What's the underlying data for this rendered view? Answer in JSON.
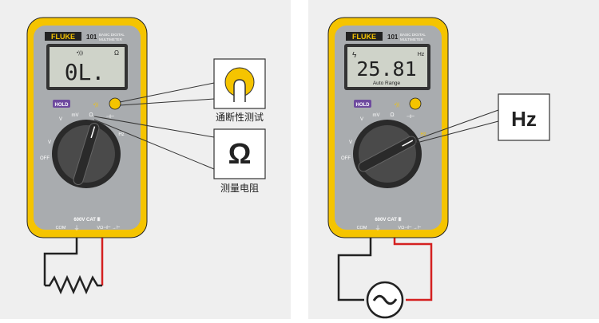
{
  "colors": {
    "panel_bg": "#efefef",
    "case_yellow": "#f5c400",
    "body_gray": "#a9acaf",
    "lcd_bg": "#cfd3c9",
    "hold_purple": "#6e4a9e",
    "wire_red": "#d42020",
    "wire_black": "#222222",
    "fluke_red": "#d7262a"
  },
  "icons": [
    "continuity-icon",
    "ohm-icon",
    "ac-source-icon",
    "resistor-icon",
    "lightning-icon"
  ],
  "left_meter": {
    "brand": "FLUKE",
    "model": "101",
    "subtitle_line1": "BASIC DIGITAL",
    "subtitle_line2": "MULTIMETER",
    "lcd_value": "0L.",
    "lcd_unit": "Ω",
    "continuity_indicator": "•)))",
    "hold": "HOLD",
    "mode_mv": "mV",
    "mode_v": "V",
    "mode_ohm": "Ω",
    "mode_cap": "⊣⊢",
    "mode_hz": "Hz",
    "off": "OFF",
    "cat_label": "600V CAT Ⅲ",
    "com": "COM",
    "vinput": "VΩ⊣⊢ →⊢"
  },
  "right_meter": {
    "brand": "FLUKE",
    "model": "101",
    "subtitle_line1": "BASIC DIGITAL",
    "subtitle_line2": "MULTIMETER",
    "lcd_value": "25.81",
    "lcd_unit": "Hz",
    "lcd_caption": "Auto Range",
    "hold": "HOLD",
    "mode_mv": "mV",
    "mode_v": "V",
    "mode_ohm": "Ω",
    "mode_cap": "⊣⊢",
    "mode_hz": "Hz",
    "off": "OFF",
    "cat_label": "600V CAT Ⅲ",
    "com": "COM",
    "vinput": "VΩ⊣⊢ →⊢"
  },
  "callouts": {
    "continuity_label": "通断性测试",
    "ohm_symbol": "Ω",
    "ohm_label": "测量电阻",
    "hz_symbol": "Hz"
  }
}
